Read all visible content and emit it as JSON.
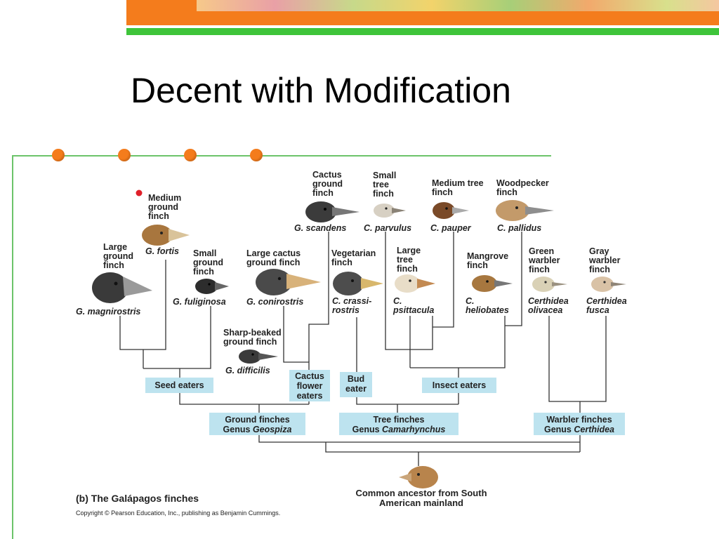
{
  "slide": {
    "title": "Decent with Modification"
  },
  "figure": {
    "caption": "(b) The Galápagos finches",
    "copyright": "Copyright © Pearson Education, Inc., publishing as Benjamin Cummings.",
    "species": [
      {
        "common": "Large ground finch",
        "scientific": "G. magnirostris"
      },
      {
        "common": "Medium ground finch",
        "scientific": "G. fortis"
      },
      {
        "common": "Small ground finch",
        "scientific": "G. fuliginosa"
      },
      {
        "common": "Large cactus ground finch",
        "scientific": "G. conirostris"
      },
      {
        "common": "Cactus ground finch",
        "scientific": "G. scandens"
      },
      {
        "common": "Sharp-beaked ground finch",
        "scientific": "G. difficilis"
      },
      {
        "common": "Vegetarian finch",
        "scientific_1": "C. crassi-",
        "scientific_2": "rostris"
      },
      {
        "common": "Small tree finch",
        "scientific": "C. parvulus"
      },
      {
        "common": "Large tree finch",
        "scientific_1": "C.",
        "scientific_2": "psittacula"
      },
      {
        "common": "Medium tree finch",
        "scientific": "C. pauper"
      },
      {
        "common": "Woodpecker finch",
        "scientific": "C. pallidus"
      },
      {
        "common": "Mangrove finch",
        "scientific_1": "C.",
        "scientific_2": "heliobates"
      },
      {
        "common": "Green warbler finch",
        "scientific_1": "Certhidea",
        "scientific_2": "olivacea"
      },
      {
        "common": "Gray warbler finch",
        "scientific_1": "Certhidea",
        "scientific_2": "fusca"
      }
    ],
    "diet_groups": {
      "seed": "Seed eaters",
      "cactus": "Cactus flower eaters",
      "bud": "Bud eater",
      "insect": "Insect eaters"
    },
    "genera": {
      "ground": {
        "line1": "Ground finches",
        "prefix": "Genus ",
        "genus": "Geospiza"
      },
      "tree": {
        "line1": "Tree finches",
        "prefix": "Genus ",
        "genus": "Camarhynchus"
      },
      "warbler": {
        "line1": "Warbler finches",
        "prefix": "Genus ",
        "genus": "Certhidea"
      }
    },
    "ancestor": "Common ancestor from South American mainland"
  },
  "colors": {
    "accent_orange": "#f47c1c",
    "accent_green": "#6cc36a",
    "label_box": "#bde3ef"
  }
}
